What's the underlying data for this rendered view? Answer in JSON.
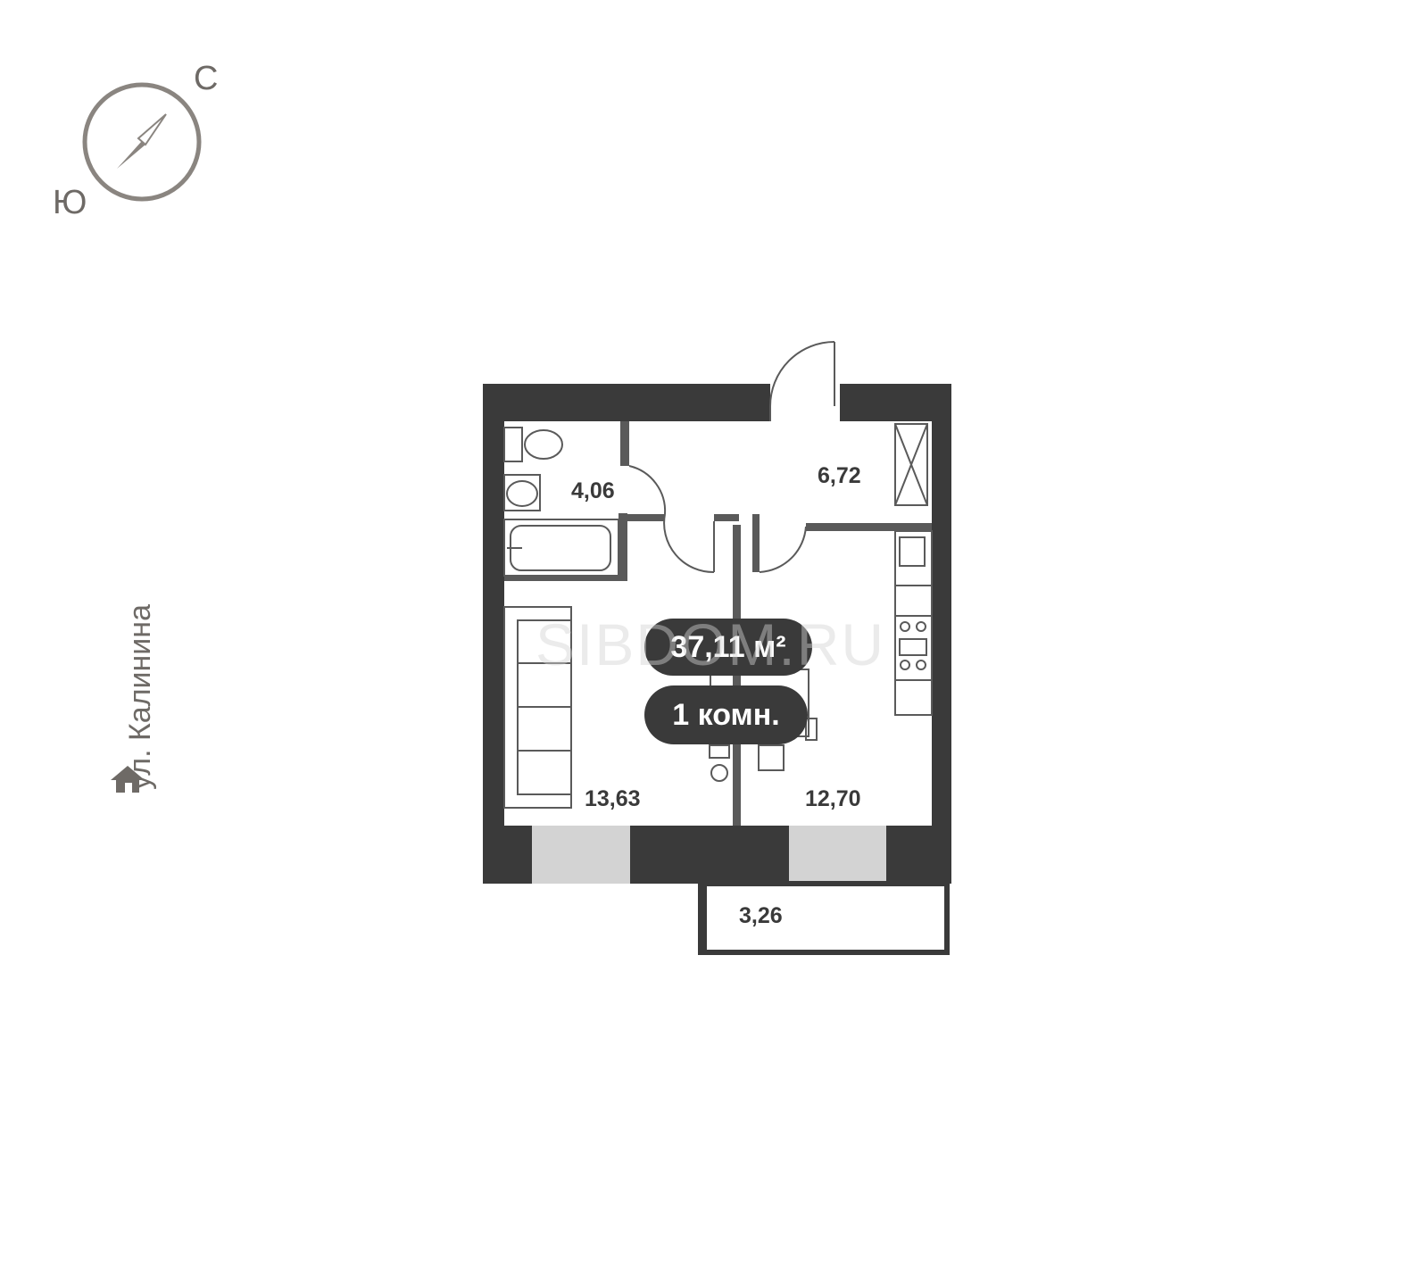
{
  "compass": {
    "north": "С",
    "south": "Ю"
  },
  "street": "ул. Калинина",
  "rooms": {
    "bathroom": "4,06",
    "hall": "6,72",
    "living": "13,63",
    "kitchen": "12,70",
    "balcony": "3,26"
  },
  "total_area": "37,11 м²",
  "room_count": "1 комн.",
  "watermark": "SIBDOM.RU",
  "colors": {
    "wall": "#3a3a3a",
    "window": "#d3d3d3",
    "furniture": "#5a5a5a",
    "compass": "#8a8580"
  }
}
